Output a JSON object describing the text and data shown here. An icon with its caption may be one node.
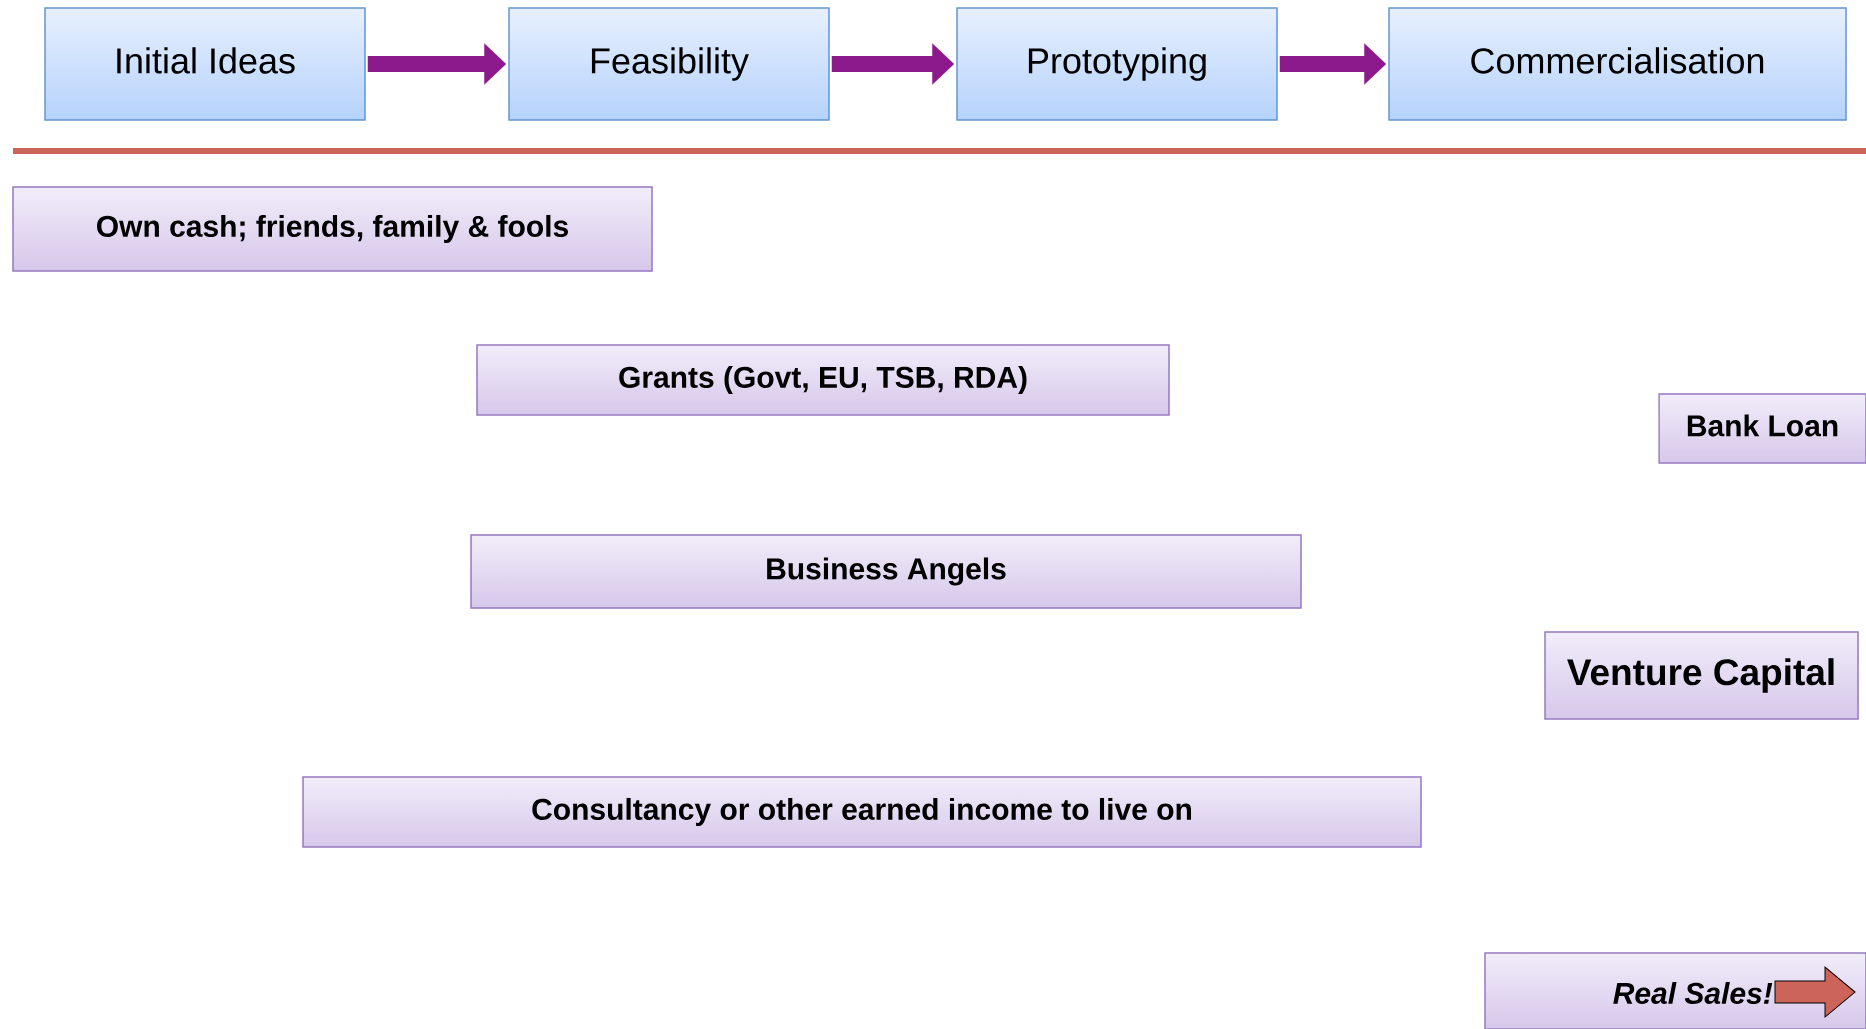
{
  "diagram": {
    "nodes": [
      {
        "text": [
          "Initial Ideas"
        ]
      },
      {
        "text": [
          "Feasibility"
        ]
      },
      {
        "text": [
          "Prototyping"
        ]
      },
      {
        "text": [
          "Commercialisation"
        ]
      },
      {
        "text": [
          "Own cash; friends, family & fools"
        ]
      },
      {
        "text": [
          "Grants (Govt, EU, TSB, RDA)"
        ]
      },
      {
        "text": [
          "Bank Loan"
        ]
      },
      {
        "text": [
          "Business Angels"
        ]
      },
      {
        "text": [
          "Venture Capital"
        ]
      },
      {
        "text": [
          "Consultancy or other earned income to live on"
        ]
      },
      {
        "text": [
          "Real Sales!"
        ]
      }
    ],
    "edges": [
      {
        "from": 0,
        "to": 1,
        "arrow": "to"
      },
      {
        "from": 1,
        "to": 2,
        "arrow": "to"
      },
      {
        "from": 2,
        "to": 3,
        "arrow": "to"
      }
    ]
  }
}
